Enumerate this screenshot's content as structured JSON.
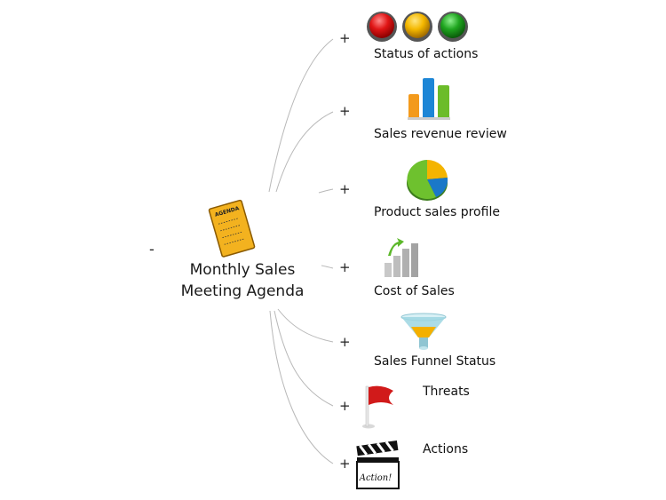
{
  "central": {
    "collapse_symbol": "-",
    "title_line1": "Monthly Sales",
    "title_line2": "Meeting Agenda",
    "icon": "agenda-notepad-icon",
    "icon_text": "AGENDA"
  },
  "branches": [
    {
      "label": "Status of actions",
      "icon": "traffic-lights-icon",
      "expand_symbol": "+"
    },
    {
      "label": "Sales revenue review",
      "icon": "bar-chart-icon",
      "expand_symbol": "+"
    },
    {
      "label": "Product sales profile",
      "icon": "pie-chart-icon",
      "expand_symbol": "+"
    },
    {
      "label": "Cost of Sales",
      "icon": "growth-chart-icon",
      "expand_symbol": "+"
    },
    {
      "label": "Sales Funnel Status",
      "icon": "funnel-icon",
      "expand_symbol": "+"
    },
    {
      "label": "Threats",
      "icon": "red-flag-icon",
      "expand_symbol": "+"
    },
    {
      "label": "Actions",
      "icon": "clapperboard-icon",
      "icon_text": "Action!",
      "expand_symbol": "+"
    }
  ],
  "colors": {
    "line": "#b8b8b8",
    "red_light": "#e01515",
    "amber_light": "#f4b800",
    "green_light": "#1fa51f",
    "flag": "#d11a1a",
    "agenda_paper": "#f3b21f"
  }
}
